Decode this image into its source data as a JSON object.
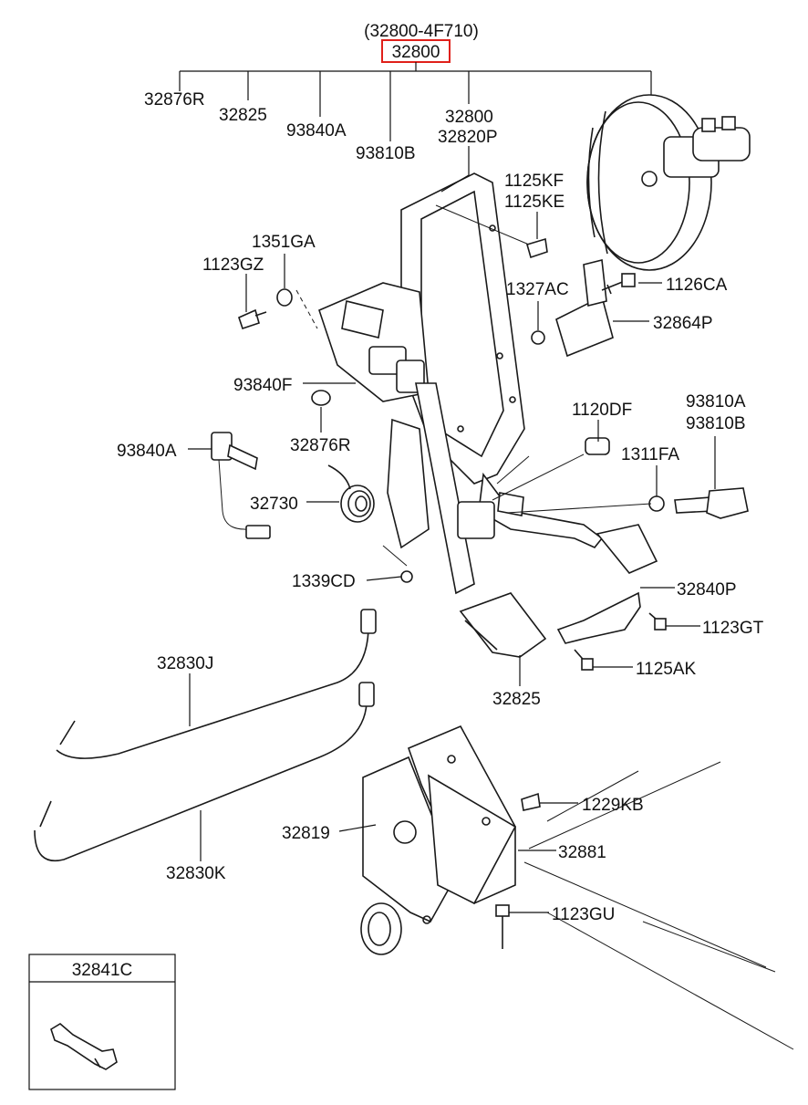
{
  "header": {
    "assembly_ref": "(32800-4F710)",
    "assembly_no": "32800"
  },
  "labels": {
    "l_32876R_top": "32876R",
    "l_32825_top": "32825",
    "l_93840A_top": "93840A",
    "l_93810B_top": "93810B",
    "l_32800": "32800",
    "l_32820P": "32820P",
    "l_1125KF": "1125KF",
    "l_1125KE": "1125KE",
    "l_1351GA": "1351GA",
    "l_1123GZ": "1123GZ",
    "l_1327AC": "1327AC",
    "l_1126CA": "1126CA",
    "l_32864P": "32864P",
    "l_93840F": "93840F",
    "l_32876R_mid": "32876R",
    "l_1120DF": "1120DF",
    "l_93810A": "93810A",
    "l_93810B_mid": "93810B",
    "l_93840A_mid": "93840A",
    "l_1311FA": "1311FA",
    "l_32730": "32730",
    "l_1339CD": "1339CD",
    "l_32840P": "32840P",
    "l_1123GT": "1123GT",
    "l_1125AK": "1125AK",
    "l_32825_bot": "32825",
    "l_32830J": "32830J",
    "l_1229KB": "1229KB",
    "l_32819": "32819",
    "l_32881": "32881",
    "l_1123GU": "1123GU",
    "l_32830K": "32830K"
  },
  "inset": {
    "title": "32841C"
  }
}
